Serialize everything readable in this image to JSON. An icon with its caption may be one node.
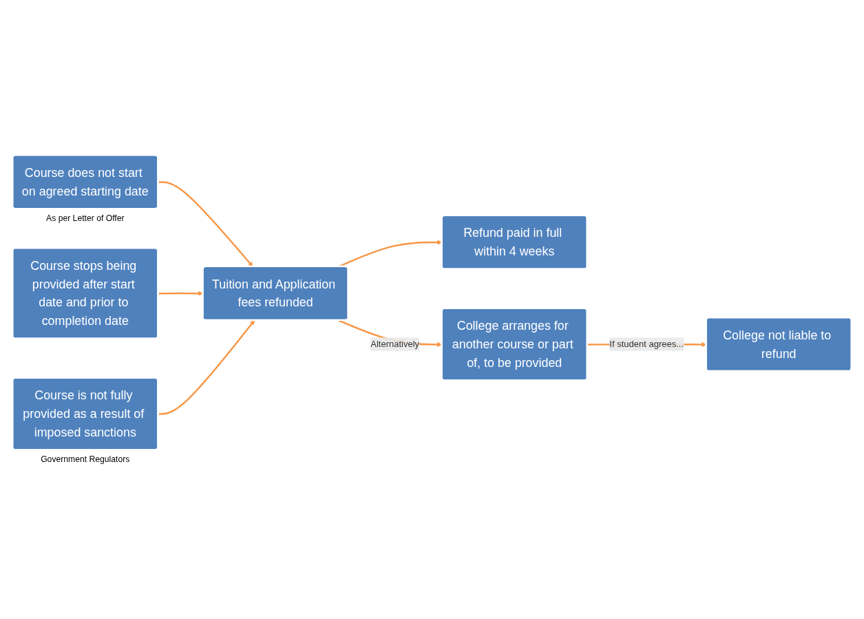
{
  "diagram": {
    "nodes": [
      {
        "text": [
          "Course does not start on agreed starting date"
        ],
        "beside": [
          "As per Letter  of Offer"
        ]
      },
      {
        "text": [
          "Course stops being provided after start date and prior to completion date"
        ]
      },
      {
        "text": [
          "Course is not fully provided as a result of imposed sanctions"
        ],
        "beside": [
          "Government Regulators"
        ]
      },
      {
        "text": [
          "Refund paid in full within 4 weeks"
        ]
      },
      {
        "text": [
          "Tuition and Application fees refunded"
        ]
      },
      {
        "text": [
          "College arranges for another course or part of, to be provided"
        ]
      },
      {
        "text": [
          "College not liable to refund"
        ]
      }
    ],
    "edges": [
      {
        "from": 0,
        "to": 4,
        "arrow": "to"
      },
      {
        "from": 1,
        "to": 4,
        "arrow": "to"
      },
      {
        "from": 2,
        "to": 4,
        "arrow": "to"
      },
      {
        "from": 4,
        "to": 3,
        "arrow": "to"
      },
      {
        "from": 4,
        "to": 5,
        "arrow": "to",
        "label": "Alternatively"
      },
      {
        "from": 5,
        "to": 6,
        "arrow": "to",
        "label": "If student agrees..."
      }
    ]
  }
}
